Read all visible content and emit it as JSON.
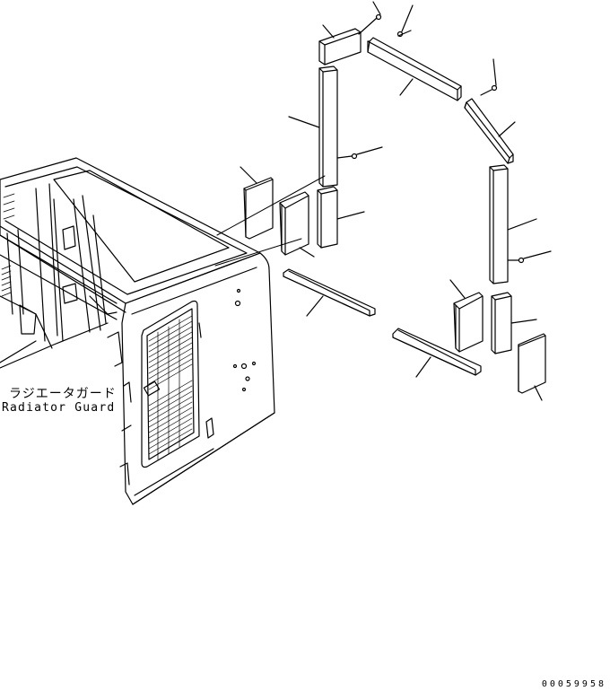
{
  "labels": {
    "part_name_jp": "ラジエータガード",
    "part_name_en": "Radiator Guard"
  },
  "drawing_number": "00059958"
}
